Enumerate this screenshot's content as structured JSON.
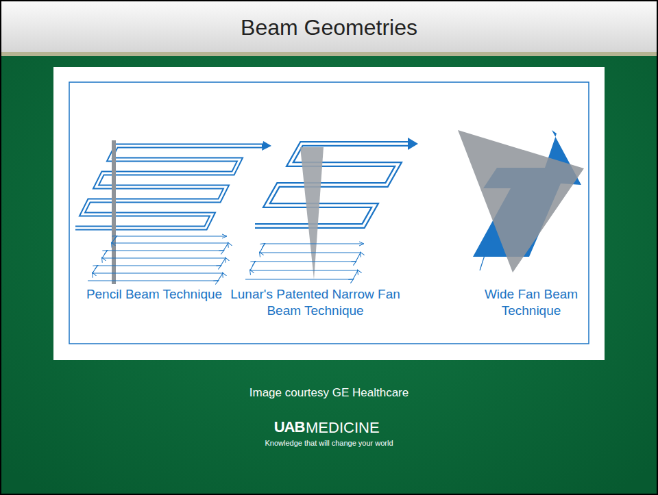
{
  "diagram": {
    "title": "Beam Geometries",
    "caption": "Image courtesy GE Healthcare",
    "labels": [
      "Pencil Beam Technique",
      "Lunar's Patented Narrow Fan Beam Technique",
      "Wide Fan Beam Technique",
      "UAB",
      "MEDICINE",
      "Knowledge that will change your world"
    ]
  }
}
